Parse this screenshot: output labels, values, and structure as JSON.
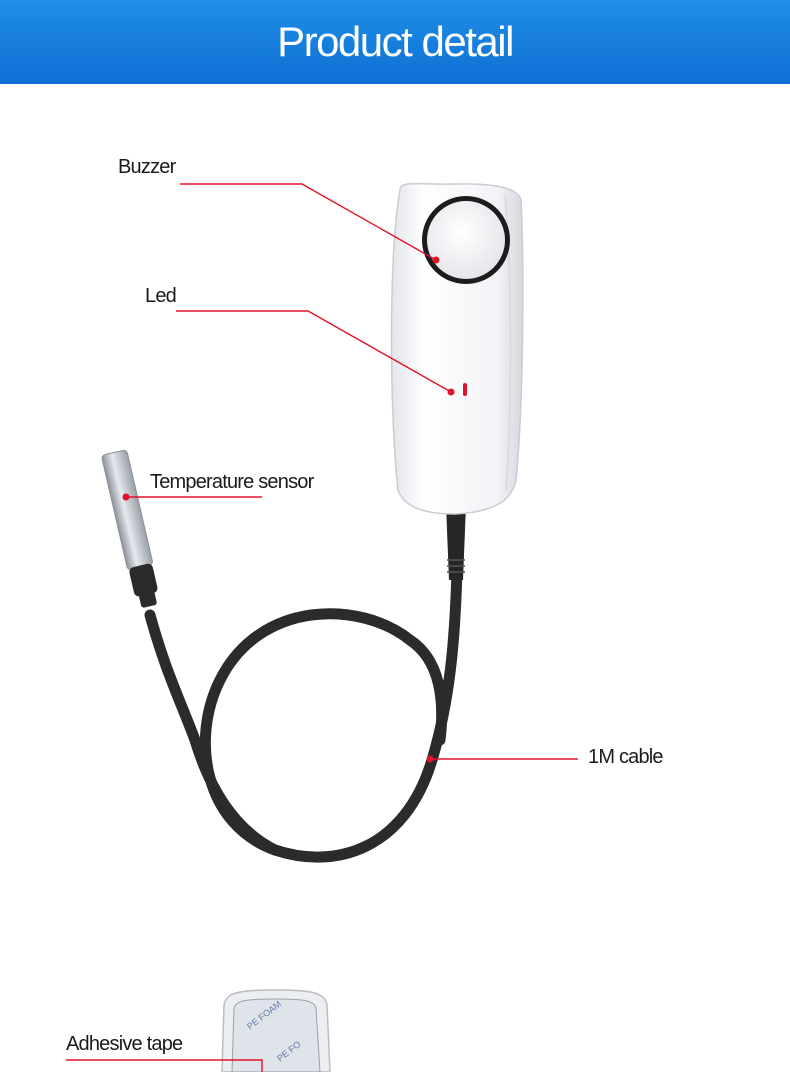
{
  "header": {
    "title": "Product detail"
  },
  "callouts": {
    "buzzer": "Buzzer",
    "led": "Led",
    "temperature_sensor": "Temperature sensor",
    "cable": "1M cable",
    "adhesive_tape": "Adhesive tape"
  },
  "tape_print": {
    "left": "PE FOAM",
    "right": "PE FO"
  },
  "colors": {
    "header_blue": "#1580e0",
    "callout_red": "#e2122a",
    "cable": "#2b2b2b",
    "device_white": "#f4f5f7"
  }
}
